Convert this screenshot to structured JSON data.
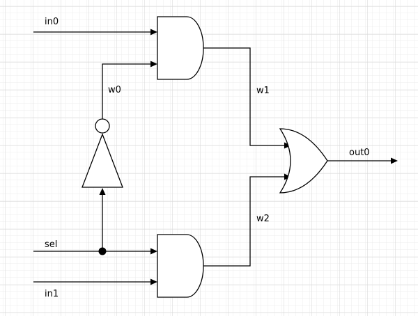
{
  "diagram": {
    "signals": {
      "in0": "in0",
      "in1": "in1",
      "sel": "sel",
      "w0": "w0",
      "w1": "w1",
      "w2": "w2",
      "out0": "out0"
    },
    "components": {
      "and_top": "AND",
      "and_bottom": "AND",
      "or_gate": "OR",
      "inverter": "NOT"
    },
    "colors": {
      "grid_minor": "#ececec",
      "grid_major": "#d6d6d6",
      "stroke": "#000000",
      "background": "#ffffff"
    }
  }
}
